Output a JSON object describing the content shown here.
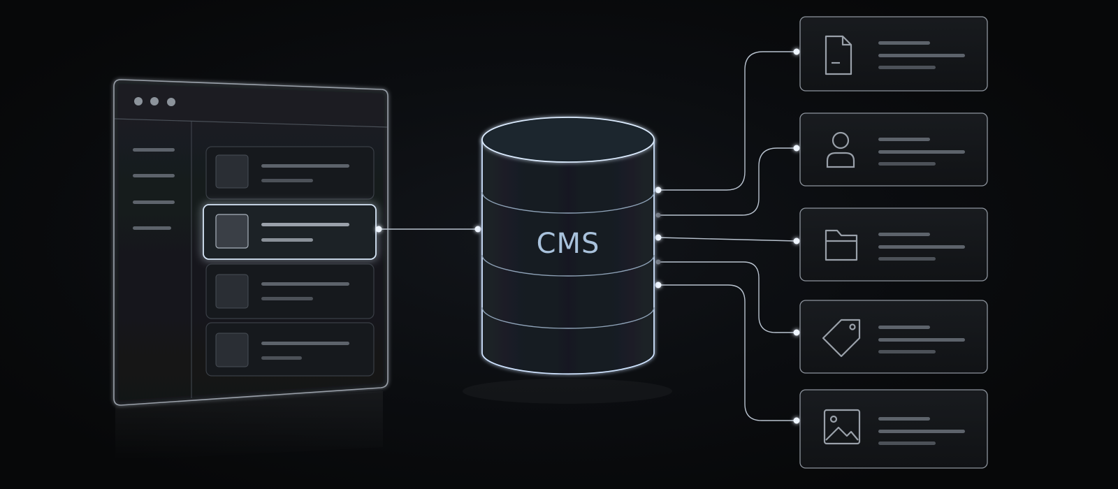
{
  "database": {
    "label": "CMS"
  },
  "app_window": {
    "dots": 3,
    "nav_items": 4,
    "list_rows": 4,
    "selected_row": 1
  },
  "content_types": [
    {
      "icon": "document-icon"
    },
    {
      "icon": "user-icon"
    },
    {
      "icon": "folder-icon"
    },
    {
      "icon": "tag-icon"
    },
    {
      "icon": "image-icon"
    }
  ],
  "colors": {
    "background": "#070809",
    "panel_stroke": "#8e959e",
    "glow": "#cfe3ff",
    "cms_text": "#a9c2dc",
    "placeholder_line": "#5d636b"
  }
}
